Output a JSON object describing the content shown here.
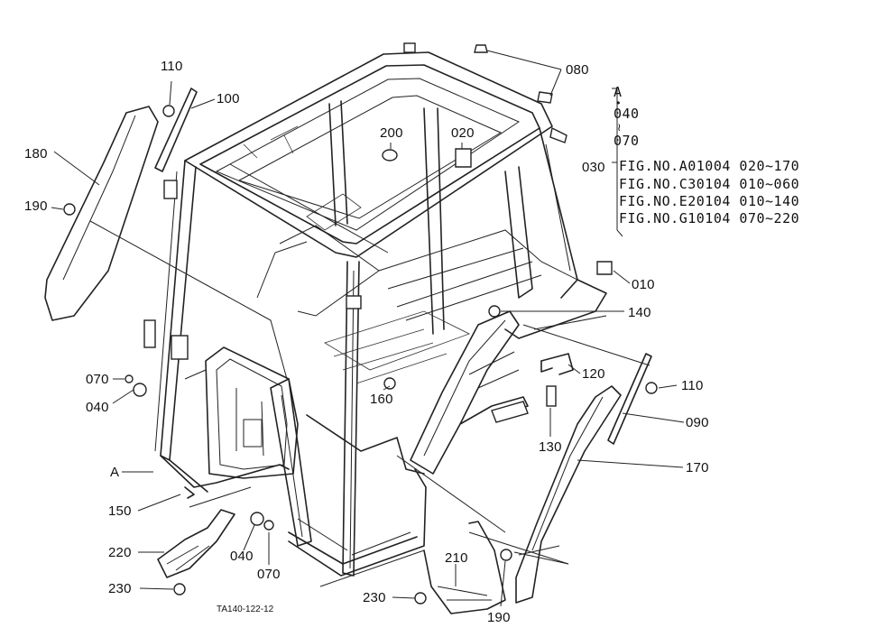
{
  "callouts": {
    "c110_top": "110",
    "c100": "100",
    "c080": "080",
    "c180": "180",
    "c190_left": "190",
    "c200": "200",
    "c020": "020",
    "c010": "010",
    "c140": "140",
    "c070_left": "070",
    "c040_left": "040",
    "c160": "160",
    "c120": "120",
    "c110_right": "110",
    "c090": "090",
    "c130": "130",
    "c170": "170",
    "cA": "A",
    "c150": "150",
    "c220": "220",
    "c040_bottom": "040",
    "c070_bottom": "070",
    "c230_left": "230",
    "c210": "210",
    "c230_right": "230",
    "c190_bottom": "190",
    "c030": "030"
  },
  "reference": {
    "stack": [
      "A",
      "040",
      "070"
    ],
    "stack_separator": "•",
    "range_mark": "≀",
    "lines": [
      "FIG.NO.A01004  020~170",
      "FIG.NO.C30104  010~060",
      "FIG.NO.E20104  010~140",
      "FIG.NO.G10104  070~220"
    ]
  },
  "figure_code": "TA140-122-12"
}
